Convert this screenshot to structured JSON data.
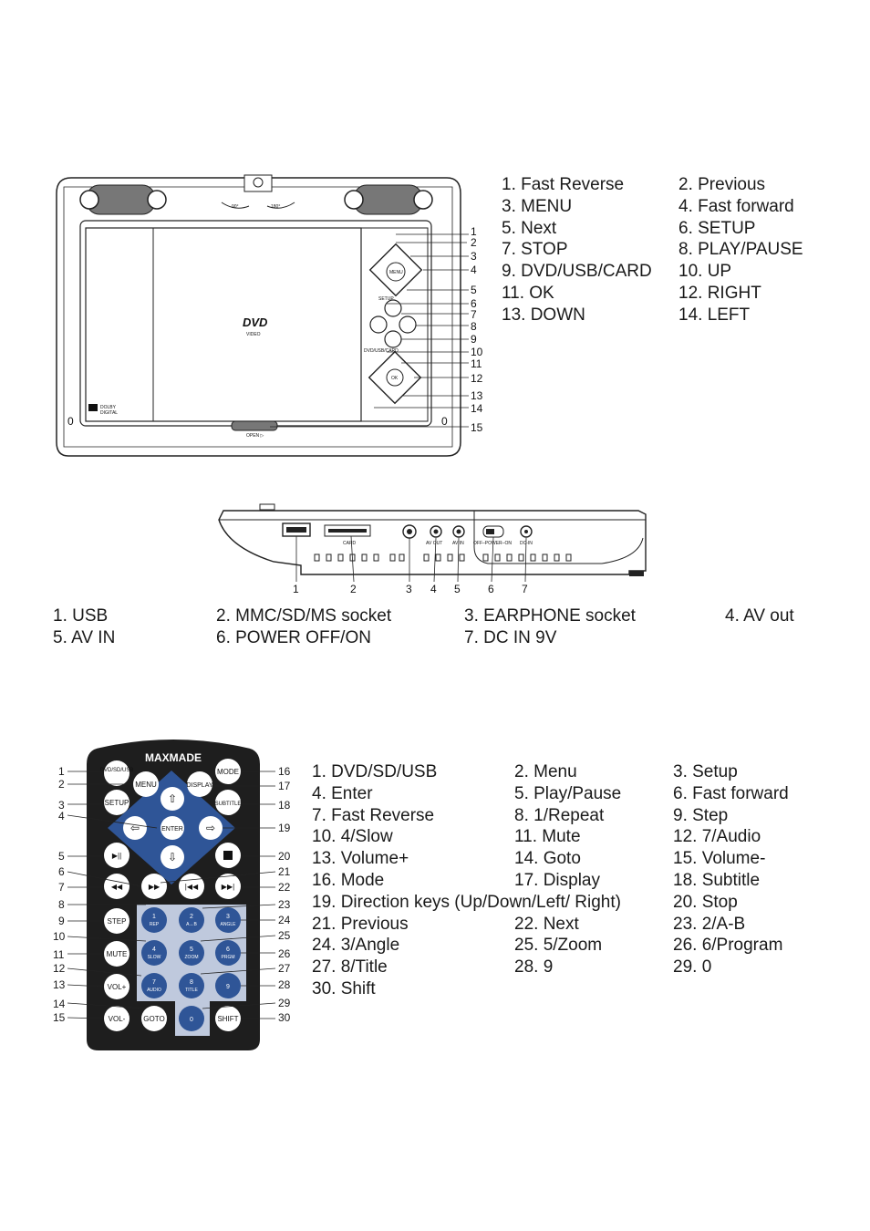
{
  "top_diagram": {
    "labels": {
      "dvd_logo": "DVD",
      "video": "VIDEO",
      "deg90": "90°",
      "deg180": "180°",
      "open": "OPEN ▷",
      "dolby": "DOLBY",
      "dolby_sub": "DIGITAL",
      "setup_tag": "SETUP",
      "dvdusb_tag": "DVD/USB/CARD",
      "menu_btn": "MENU",
      "ok_btn": "OK"
    },
    "callout_numbers": [
      "1",
      "2",
      "3",
      "4",
      "5",
      "6",
      "7",
      "8",
      "9",
      "10",
      "11",
      "12",
      "13",
      "14",
      "15"
    ],
    "legend": [
      "1. Fast Reverse",
      "2. Previous",
      "3. MENU",
      "4. Fast forward",
      "5. Next",
      "6. SETUP",
      "7. STOP",
      "8. PLAY/PAUSE",
      "9. DVD/USB/CARD",
      "10. UP",
      "11. OK",
      "12. RIGHT",
      "13. DOWN",
      "14. LEFT"
    ]
  },
  "side_diagram": {
    "labels": {
      "card": "CARD",
      "av_out": "AV OUT",
      "av_in": "AV IN",
      "power": "OFF–POWER–ON",
      "dc_in": "DC-IN"
    },
    "callout_numbers": [
      "1",
      "2",
      "3",
      "4",
      "5",
      "6",
      "7"
    ],
    "legend": [
      "1. USB",
      "2. MMC/SD/MS socket",
      "3. EARPHONE socket",
      "4. AV out",
      "5. AV IN",
      "6. POWER OFF/ON",
      "7. DC IN 9V"
    ]
  },
  "remote": {
    "brand": "MAXMADE",
    "buttons": {
      "dvd": "DVD/SD/USB",
      "menu": "MENU",
      "display": "DISPLAY",
      "mode": "MODE",
      "setup": "SETUP",
      "subtitle": "SUBTITLE",
      "enter": "ENTER",
      "step": "STEP",
      "mute": "MUTE",
      "volp": "VOL+",
      "volm": "VOL-",
      "goto": "GOTO",
      "shift": "SHIFT",
      "k1": "1",
      "k1s": "REP",
      "k2": "2",
      "k2s": "A↔B",
      "k3": "3",
      "k3s": "ANGLE",
      "k4": "4",
      "k4s": "SLOW",
      "k5": "5",
      "k5s": "ZOOM",
      "k6": "6",
      "k6s": "PRGM",
      "k7": "7",
      "k7s": "AUDIO",
      "k8": "8",
      "k8s": "TITLE",
      "k9": "9",
      "k0": "0"
    },
    "left_numbers": [
      "1",
      "2",
      "3",
      "4",
      "5",
      "6",
      "7",
      "8",
      "9",
      "10",
      "11",
      "12",
      "13",
      "14",
      "15"
    ],
    "right_numbers": [
      "16",
      "17",
      "18",
      "19",
      "20",
      "21",
      "22",
      "23",
      "24",
      "25",
      "26",
      "27",
      "28",
      "29",
      "30"
    ],
    "legend": [
      "1. DVD/SD/USB",
      "2. Menu",
      "3. Setup",
      "4. Enter",
      "5. Play/Pause",
      "6. Fast forward",
      "7. Fast Reverse",
      "8. 1/Repeat",
      "9. Step",
      "10. 4/Slow",
      "11. Mute",
      "12. 7/Audio",
      "13. Volume+",
      "14. Goto",
      "15. Volume-",
      "16. Mode",
      "17. Display",
      "18. Subtitle",
      "19. Direction keys (Up/Down/Left/ Right)",
      "20. Stop",
      "21. Previous",
      "22. Next",
      "23. 2/A-B",
      "24. 3/Angle",
      "25. 5/Zoom",
      "26. 6/Program",
      "27. 8/Title",
      "28. 9",
      "29. 0",
      "30. Shift"
    ]
  }
}
